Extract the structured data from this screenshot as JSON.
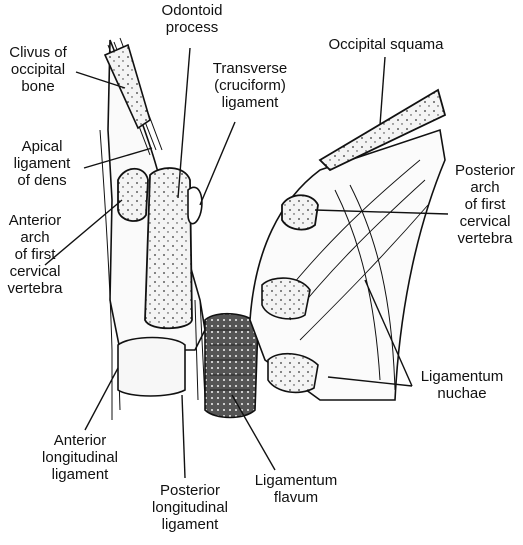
{
  "labels": {
    "odontoid": [
      "Odontoid",
      "process"
    ],
    "clivus": [
      "Clivus of",
      "occipital",
      "bone"
    ],
    "transverse": [
      "Transverse",
      "(cruciform)",
      "ligament"
    ],
    "occipital_squama": [
      "Occipital squama"
    ],
    "apical": [
      "Apical",
      "ligament",
      "of dens"
    ],
    "anterior_arch": [
      "Anterior",
      "arch",
      "of first",
      "cervical",
      "vertebra"
    ],
    "posterior_arch": [
      "Posterior",
      "arch",
      "of first",
      "cervical",
      "vertebra"
    ],
    "lig_nuchae": [
      "Ligamentum",
      "nuchae"
    ],
    "anterior_long": [
      "Anterior",
      "longitudinal",
      "ligament"
    ],
    "posterior_long": [
      "Posterior",
      "longitudinal",
      "ligament"
    ],
    "lig_flavum": [
      "Ligamentum",
      "flavum"
    ]
  },
  "colors": {
    "ink": "#111111",
    "bone_fill": "#f3f3f3",
    "background": "#ffffff"
  }
}
